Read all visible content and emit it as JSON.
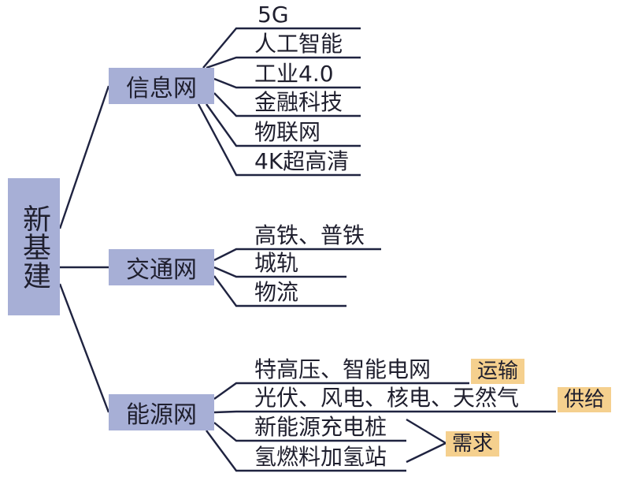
{
  "root": {
    "label": "新基建"
  },
  "branches": [
    {
      "label": "信息网",
      "leaves": [
        "5G",
        "人工智能",
        "工业4.0",
        "金融科技",
        "物联网",
        "4K超高清"
      ]
    },
    {
      "label": "交通网",
      "leaves": [
        "高铁、普铁",
        "城轨",
        "物流"
      ]
    },
    {
      "label": "能源网",
      "leaves": [
        "特高压、智能电网",
        "光伏、风电、核电、天然气",
        "新能源充电桩",
        "氢燃料加氢站"
      ]
    }
  ],
  "tags": {
    "transport": "运输",
    "supply": "供给",
    "demand": "需求"
  },
  "colors": {
    "node_fill": "#a7afd6",
    "tag_fill": "#f5d08e",
    "line": "#1f2340"
  }
}
